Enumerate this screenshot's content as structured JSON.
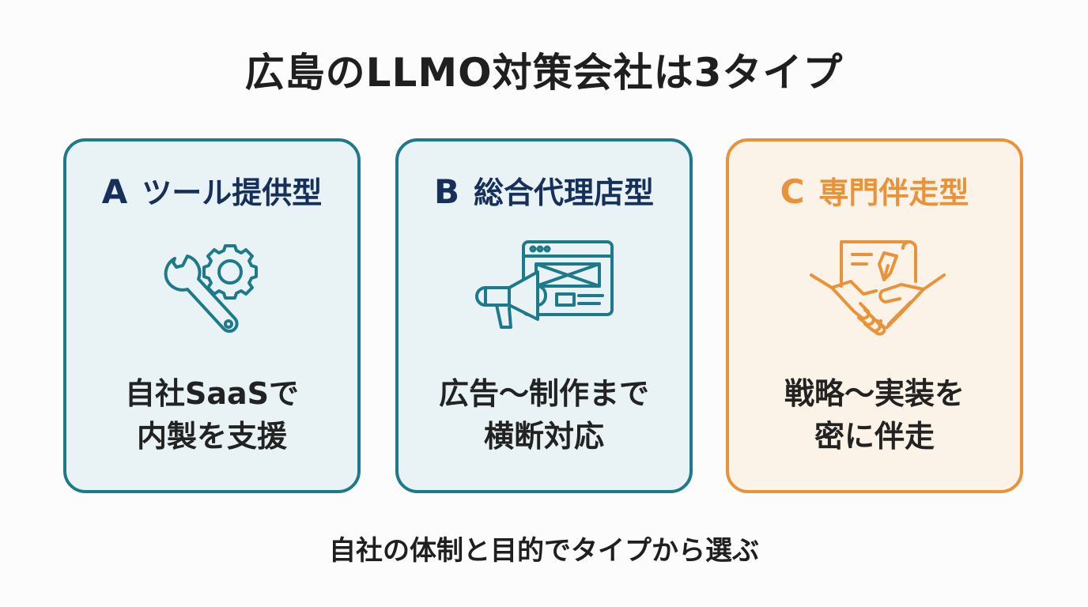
{
  "title": "広島のLLMO対策会社は3タイプ",
  "cards": [
    {
      "letter": "A",
      "name": "ツール提供型",
      "desc_line1": "自社SaaSで",
      "desc_line2": "内製を支援",
      "icon": "wrench-gear-icon",
      "color": "#1d7a8a"
    },
    {
      "letter": "B",
      "name": "総合代理店型",
      "desc_line1": "広告〜制作まで",
      "desc_line2": "横断対応",
      "icon": "megaphone-browser-icon",
      "color": "#1d7a8a"
    },
    {
      "letter": "C",
      "name": "専門伴走型",
      "desc_line1": "戦略〜実装を",
      "desc_line2": "密に伴走",
      "icon": "handshake-document-icon",
      "color": "#e8923a"
    }
  ],
  "footer": "自社の体制と目的でタイプから選ぶ",
  "colors": {
    "teal": "#1d7a8a",
    "navy": "#16305a",
    "orange": "#e8923a"
  }
}
